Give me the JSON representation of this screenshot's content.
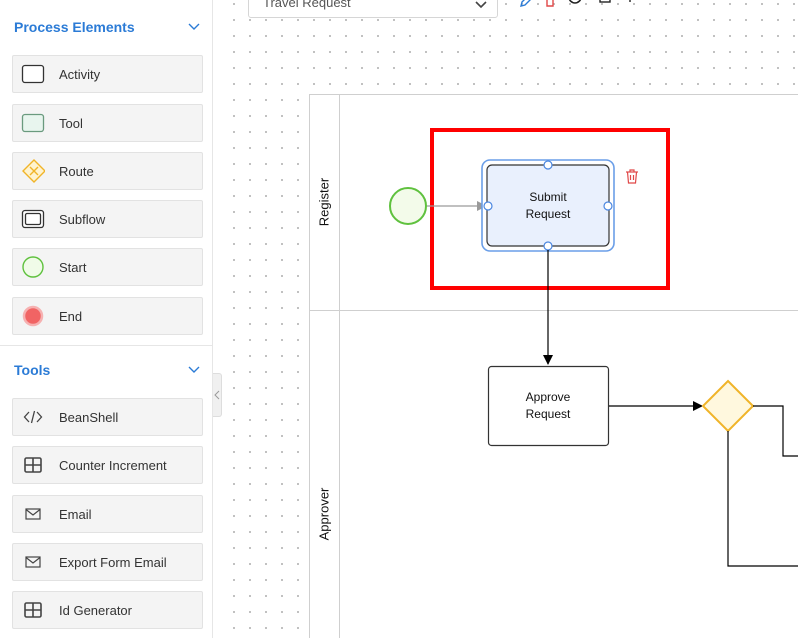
{
  "sidebar": {
    "process_section": {
      "title": "Process Elements",
      "items": [
        {
          "label": "Activity",
          "icon": "activity-icon"
        },
        {
          "label": "Tool",
          "icon": "tool-icon"
        },
        {
          "label": "Route",
          "icon": "route-icon"
        },
        {
          "label": "Subflow",
          "icon": "subflow-icon"
        },
        {
          "label": "Start",
          "icon": "start-icon"
        },
        {
          "label": "End",
          "icon": "end-icon"
        }
      ]
    },
    "tools_section": {
      "title": "Tools",
      "items": [
        {
          "label": "BeanShell",
          "icon": "code-icon"
        },
        {
          "label": "Counter Increment",
          "icon": "grid-icon"
        },
        {
          "label": "Email",
          "icon": "mail-icon"
        },
        {
          "label": "Export Form Email",
          "icon": "mail-icon"
        },
        {
          "label": "Id Generator",
          "icon": "grid-icon"
        }
      ]
    }
  },
  "toolbar": {
    "process_select": "Travel Request"
  },
  "diagram": {
    "lanes": [
      {
        "label": "Register"
      },
      {
        "label": "Approver"
      }
    ],
    "nodes": {
      "submit_line1": "Submit",
      "submit_line2": "Request",
      "approve_line1": "Approve",
      "approve_line2": "Request"
    }
  },
  "colors": {
    "accent": "#2b7bd6",
    "highlight": "#ff0000",
    "start": "#5fc13e",
    "route": "#f0b429",
    "end": "#f16464",
    "delete": "#e04848"
  }
}
